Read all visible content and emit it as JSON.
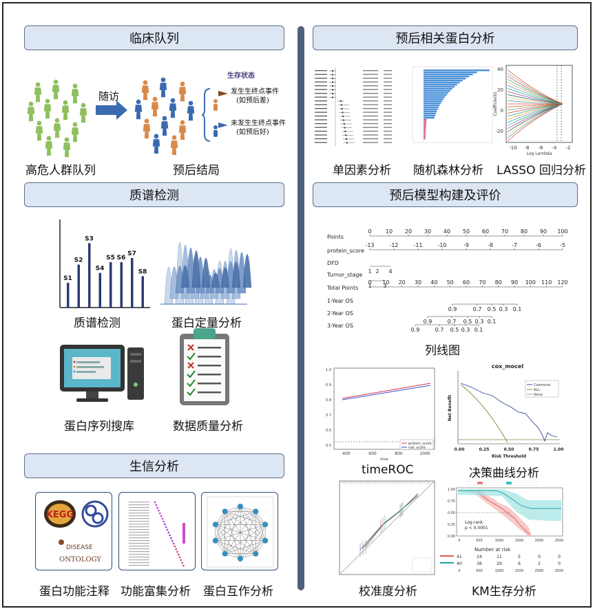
{
  "sections": {
    "clinical": "临床队列",
    "ms": "质谱检测",
    "bio": "生信分析",
    "prognostic": "预后相关蛋白分析",
    "model": "预后模型构建及评价"
  },
  "clinical": {
    "follow_up": "随访",
    "survival_status": "生存状态",
    "event_yes_line1": "发生生终点事件",
    "event_yes_line2": "(如预后差)",
    "event_no_line1": "未发生生终点事件",
    "event_no_line2": "(如预后好)",
    "cohort_label": "高危人群队列",
    "outcome_label": "预后结局"
  },
  "ms": {
    "ms_label": "质谱检测",
    "quant_label": "蛋白定量分析",
    "db_label": "蛋白序列搜库",
    "qc_label": "数据质量分析",
    "peaks": [
      "S1",
      "S2",
      "S3",
      "S4",
      "S5",
      "S6",
      "S7",
      "S8"
    ]
  },
  "bio": {
    "annotation": "蛋白功能注释",
    "enrichment": "功能富集分析",
    "ppi": "蛋白互作分析",
    "disease_line1": "DISEASE",
    "disease_line2": "ONTOLOGY",
    "kegg": "KEGG"
  },
  "prognostic": {
    "univariate": "单因素分析",
    "rf": "随机森林分析",
    "lasso": "LASSO 回归分析",
    "lasso_xlabel": "Log Lambda",
    "lasso_ylabel": "Coefficients",
    "lasso_xticks": [
      "-10",
      "-8",
      "-6",
      "-4",
      "-2"
    ],
    "lasso_yticks": [
      "40",
      "20",
      "0",
      "-20"
    ]
  },
  "model": {
    "nomogram_label": "列线图",
    "timeroc_label": "timeROC",
    "dca_label": "决策曲线分析",
    "calib_label": "校准度分析",
    "km_label": "KM生存分析",
    "dca_title": "cox_mocel",
    "dca_xlabel": "Risk Threshold",
    "dca_ylabel": "Net Benefit",
    "dca_legend": [
      "Coxmocel",
      "ALL",
      "None"
    ],
    "dca_xticks": [
      "0.00",
      "0.25",
      "0.50",
      "0.75",
      "1.00"
    ],
    "roc_legend": [
      "protein_score",
      "risk_score"
    ],
    "roc_xlabel": "time",
    "roc_xticks": [
      "400",
      "600",
      "800",
      "1000"
    ],
    "km_logrank": "Log-rank",
    "km_p": "p < 0.0001",
    "km_risk_title": "Number at risk",
    "km_xticks": [
      "0",
      "500",
      "1000",
      "1500",
      "2000",
      "2500"
    ],
    "km_row1": [
      "41",
      "24",
      "11",
      "5",
      "0",
      "0"
    ],
    "km_row2": [
      "40",
      "36",
      "29",
      "6",
      "2",
      "0"
    ],
    "nomo_rows": [
      "Points",
      "protein_score",
      "DFD",
      "Turnor_stage",
      "Total Points",
      "1-Year OS",
      "2-Year OS",
      "3-Year OS"
    ],
    "points_ticks": [
      "0",
      "10",
      "20",
      "30",
      "40",
      "50",
      "60",
      "70",
      "80",
      "90",
      "100"
    ],
    "protein_ticks": [
      "-13",
      "-12",
      "-11",
      "-10",
      "-9",
      "-8",
      "-7",
      "-6",
      "-5"
    ],
    "total_ticks": [
      "0",
      "10",
      "20",
      "30",
      "40",
      "50",
      "60",
      "70",
      "80",
      "90",
      "100",
      "110",
      "120"
    ],
    "os1_ticks": [
      "0.9",
      "0.7",
      "0.5",
      "0.3",
      "0.1"
    ],
    "os2_ticks": [
      "0.9",
      "0.7",
      "0.5",
      "0.3",
      "0.1"
    ],
    "os3_ticks": [
      "0.9",
      "0.7",
      "0.5",
      "0.3",
      "0.1"
    ],
    "dfd_ticks": [
      "1",
      "2",
      "4"
    ],
    "stage_ticks": [
      "1",
      "3"
    ]
  }
}
